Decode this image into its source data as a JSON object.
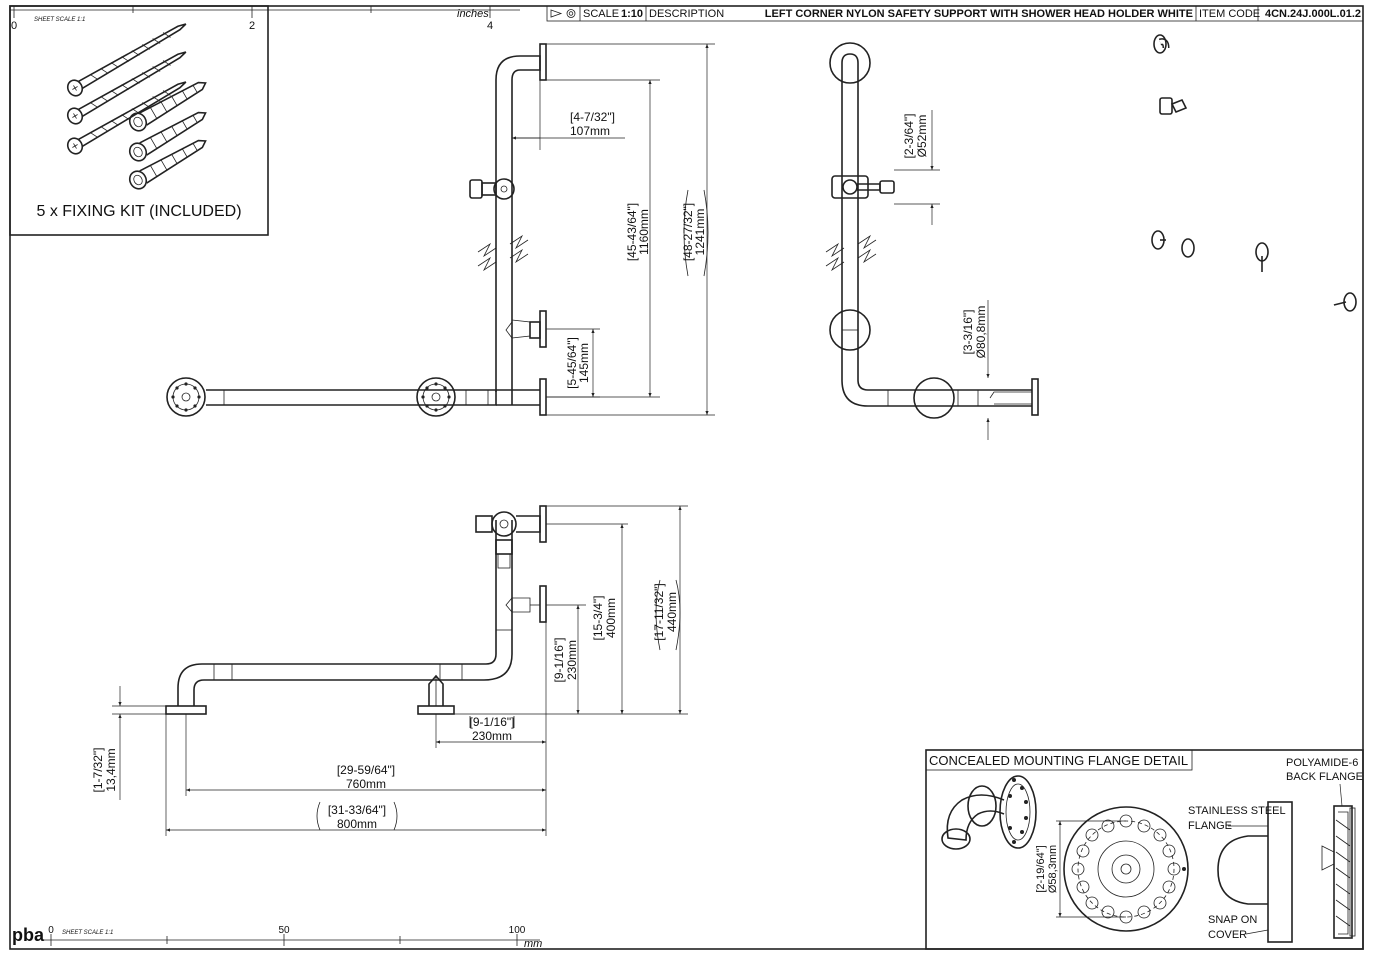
{
  "title_block": {
    "scale_label": "SCALE",
    "scale_value": "1:10",
    "description_label": "DESCRIPTION",
    "description": "LEFT CORNER NYLON SAFETY SUPPORT WITH SHOWER HEAD HOLDER WHITE",
    "item_code_label": "ITEM CODE",
    "item_code": "4CN.24J.000L.01.2"
  },
  "top_ruler": {
    "sheet_scale": "SHEET SCALE 1:1",
    "unit": "inches",
    "ticks": [
      "0",
      "2",
      "4"
    ]
  },
  "bottom_ruler": {
    "sheet_scale": "SHEET SCALE 1:1",
    "unit": "mm",
    "ticks": [
      "0",
      "50",
      "100"
    ]
  },
  "logo_text": "pba",
  "fixing_kit": {
    "label": "5 x FIXING KIT (INCLUDED)"
  },
  "front_view": {
    "dim_107": {
      "inch": "[4-7/32\"]",
      "mm": "107mm"
    },
    "dim_1160": {
      "inch": "[45-43/64\"]",
      "mm": "1160mm"
    },
    "dim_1241": {
      "inch": "[48-27/32\"]",
      "mm": "1241mm"
    },
    "dim_145": {
      "inch": "[5-45/64\"]",
      "mm": "145mm"
    }
  },
  "side_view": {
    "dim_52": {
      "inch": "[2-3/64\"]",
      "mm": "Ø52mm"
    },
    "dim_80": {
      "inch": "[3-3/16\"]",
      "mm": "Ø80,8mm"
    }
  },
  "plan_view": {
    "dim_440": {
      "inch": "[17-11/32\"]",
      "mm": "440mm"
    },
    "dim_400": {
      "inch": "[15-3/4\"]",
      "mm": "400mm"
    },
    "dim_230v": {
      "inch": "[9-1/16\"]",
      "mm": "230mm"
    },
    "dim_230h": {
      "inch": "[9-1/16\"]",
      "mm": "230mm"
    },
    "dim_34": {
      "inch": "[1-7/32\"]",
      "mm": "13,4mm"
    },
    "dim_760": {
      "inch": "[29-59/64\"]",
      "mm": "760mm"
    },
    "dim_800": {
      "inch": "[31-33/64\"]",
      "mm": "800mm"
    }
  },
  "flange_detail": {
    "title": "CONCEALED MOUNTING FLANGE DETAIL",
    "dia_inch": "[2-19/64\"]",
    "dia_mm": "Ø58,3mm",
    "polyamide": [
      "POLYAMIDE-6",
      "BACK FLANGE"
    ],
    "steel": [
      "STAINLESS STEEL",
      "FLANGE"
    ],
    "cover": [
      "SNAP ON",
      "COVER"
    ]
  }
}
